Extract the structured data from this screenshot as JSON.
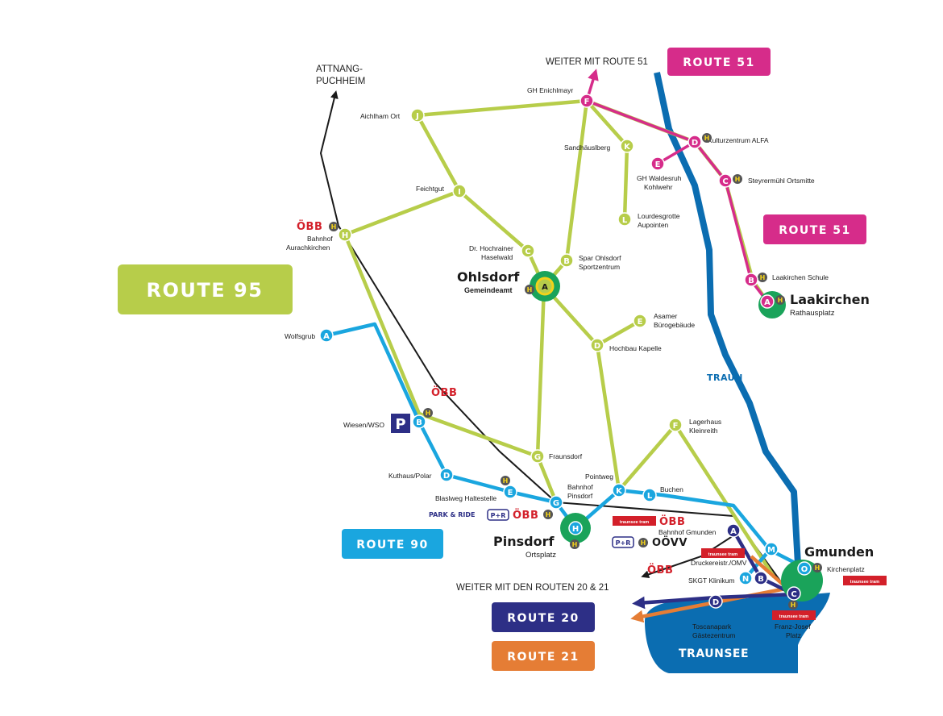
{
  "colors": {
    "route95": "#b7cd4a",
    "route51": "#d62c8a",
    "route90": "#1aa6df",
    "route20": "#2d2f86",
    "route21": "#e57d35",
    "rail": "#1a1a1a",
    "river": "#0b6db1",
    "lake": "#0b6db1",
    "hub": "#1aa35a",
    "hub_ring": "#f2d21b",
    "obb": "#d3202a"
  },
  "badges": {
    "route95": "ROUTE 95",
    "route51_top": "ROUTE 51",
    "route51_right": "ROUTE 51",
    "route90": "ROUTE 90",
    "route20": "ROUTE 20",
    "route21": "ROUTE 21"
  },
  "directions": {
    "attnang_1": "ATTNANG-",
    "attnang_2": "PUCHHEIM",
    "weiter51": "WEITER MIT ROUTE 51",
    "weiter2021": "WEITER MIT DEN ROUTEN 20 & 21"
  },
  "towns": {
    "ohlsdorf": "Ohlsdorf",
    "ohlsdorf_sub": "Gemeindeamt",
    "laakirchen": "Laakirchen",
    "laakirchen_sub": "Rathausplatz",
    "pinsdorf": "Pinsdorf",
    "pinsdorf_sub": "Ortsplatz",
    "gmunden": "Gmunden"
  },
  "water": {
    "traun": "TRAUN",
    "traunsee": "TRAUNSEE"
  },
  "icons": {
    "h_letter": "H",
    "parking": "P",
    "pr": "P+R",
    "park_ride": "PARK & RIDE",
    "obb": "ÖBB",
    "oovv": "OÖVV",
    "tram": "traunsee tram"
  },
  "stops": {
    "r95": {
      "A": {
        "letter": "A",
        "name": ""
      },
      "B": {
        "letter": "B",
        "name1": "Spar Ohlsdorf",
        "name2": "Sportzentrum"
      },
      "C": {
        "letter": "C",
        "name1": "Dr. Hochrainer",
        "name2": "Haselwald"
      },
      "D": {
        "letter": "D",
        "name1": "Hochbau Kapelle"
      },
      "E": {
        "letter": "E",
        "name1": "Asamer",
        "name2": "Bürogebäude"
      },
      "F": {
        "letter": "F",
        "name1": "GH Enichlmayr"
      },
      "G": {
        "letter": "G",
        "name1": "Fraunsdorf"
      },
      "H": {
        "letter": "H",
        "name1": "Bahnhof",
        "name2": "Aurachkirchen"
      },
      "I": {
        "letter": "I",
        "name1": "Feichtgut"
      },
      "J": {
        "letter": "J",
        "name1": "Aichlham Ort"
      },
      "K": {
        "letter": "K",
        "name1": "Sandhäuslberg"
      },
      "L": {
        "letter": "L",
        "name1": "Lourdesgrotte",
        "name2": "Aupointen"
      },
      "F2": {
        "letter": "F",
        "name1": "Lagerhaus",
        "name2": "Kleinreith"
      }
    },
    "r51": {
      "A": {
        "letter": "A"
      },
      "B": {
        "letter": "B",
        "name1": "Laakirchen Schule"
      },
      "C": {
        "letter": "C",
        "name1": "Steyrermühl Ortsmitte"
      },
      "D": {
        "letter": "D",
        "name1": "Kulturzentrum ALFA"
      },
      "E": {
        "letter": "E",
        "name1": "GH Waldesruh",
        "name2": "Kohlwehr"
      }
    },
    "r90": {
      "A": {
        "letter": "A",
        "name1": "Wolfsgrub"
      },
      "B": {
        "letter": "B",
        "name1": "Wiesen/WSO"
      },
      "D": {
        "letter": "D",
        "name1": "Kuthaus/Polar"
      },
      "E": {
        "letter": "E",
        "name1": "Blaslweg Haltestelle"
      },
      "G": {
        "letter": "G",
        "name1": "Bahnhof",
        "name2": "Pinsdorf"
      },
      "H": {
        "letter": "H"
      },
      "K": {
        "letter": "K",
        "name1": "Pointweg"
      },
      "L": {
        "letter": "L",
        "name1": "Buchen"
      },
      "M": {
        "letter": "M"
      },
      "N": {
        "letter": "N",
        "name1": "SKGT Klinikum"
      },
      "O": {
        "letter": "O",
        "name1": "Kirchenplatz"
      }
    },
    "r20": {
      "A": {
        "letter": "A",
        "name1": "Bahnhof Gmunden"
      },
      "B": {
        "letter": "B",
        "name1": "Druckereistr./OMV"
      },
      "C": {
        "letter": "C",
        "name1": "Franz-Josef",
        "name2": "Platz"
      },
      "D": {
        "letter": "D",
        "name1": "Toscanapark",
        "name2": "Gästezentrum"
      }
    }
  }
}
